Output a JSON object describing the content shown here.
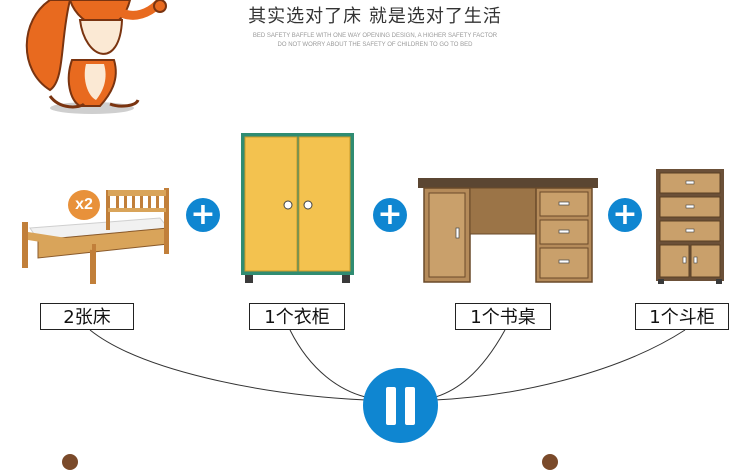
{
  "header": {
    "headline": "其实选对了床 就是选对了生活",
    "subline_1": "BED SAFETY BAFFLE WITH ONE WAY OPENING DESIGN, A HIGHER SAFETY FACTOR",
    "subline_2": "DO NOT WORRY ABOUT THE SAFETY OF CHILDREN TO GO TO BED"
  },
  "items": [
    {
      "label": "2张床",
      "icon": "bed-icon"
    },
    {
      "label": "1个衣柜",
      "icon": "wardrobe-icon"
    },
    {
      "label": "1个书桌",
      "icon": "desk-icon"
    },
    {
      "label": "1个斗柜",
      "icon": "chest-of-drawers-icon"
    }
  ],
  "badge": {
    "text": "x2"
  },
  "operators": {
    "plus": "+"
  },
  "colors": {
    "accent_blue": "#0f86d1",
    "wood_light": "#d9a45a",
    "wood_dark": "#8a5a2b",
    "wardrobe_yellow": "#f3c24f",
    "wardrobe_trim": "#2f8c72",
    "badge_orange": "#e8913a"
  }
}
